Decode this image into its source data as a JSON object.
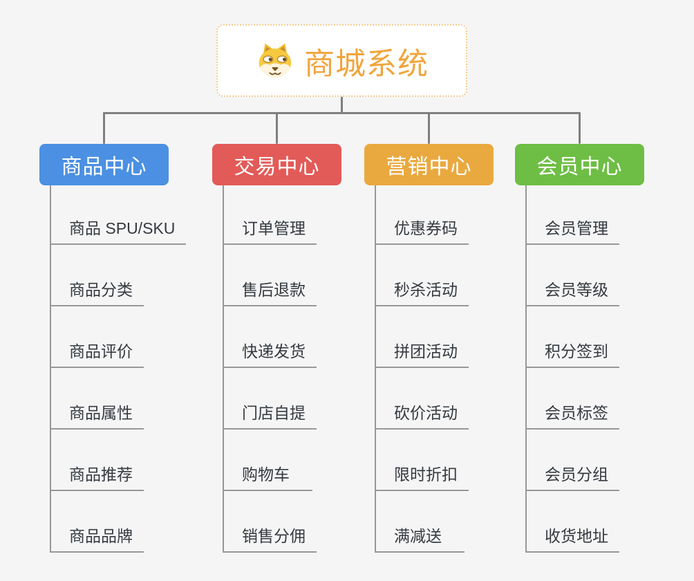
{
  "canvas": {
    "background": "#f5f5f5"
  },
  "root": {
    "label": "商城系统",
    "icon": "shiba-dog-icon",
    "background": "#ffffff",
    "border_color": "#f5cb8e",
    "text_color": "#f1a53d"
  },
  "connectors": {
    "tree_line_color": "#7f7f7f",
    "underline_color": "#979797"
  },
  "child_text_color": "#353a40",
  "branches": [
    {
      "label": "商品中心",
      "color": "#4b90e2",
      "text_color": "#ffffff",
      "children": [
        "商品 SPU/SKU",
        "商品分类",
        "商品评价",
        "商品属性",
        "商品推荐",
        "商品品牌"
      ]
    },
    {
      "label": "交易中心",
      "color": "#e25b58",
      "text_color": "#ffffff",
      "children": [
        "订单管理",
        "售后退款",
        "快递发货",
        "门店自提",
        "购物车",
        "销售分佣"
      ]
    },
    {
      "label": "营销中心",
      "color": "#eaa93f",
      "text_color": "#ffffff",
      "children": [
        "优惠券码",
        "秒杀活动",
        "拼团活动",
        "砍价活动",
        "限时折扣",
        "满减送"
      ]
    },
    {
      "label": "会员中心",
      "color": "#6ebe45",
      "text_color": "#ffffff",
      "children": [
        "会员管理",
        "会员等级",
        "积分签到",
        "会员标签",
        "会员分组",
        "收货地址"
      ]
    }
  ]
}
